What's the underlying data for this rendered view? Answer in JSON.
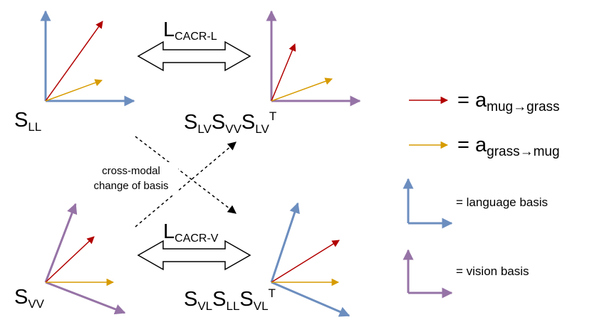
{
  "colors": {
    "language_basis": "#6c8ebf",
    "vision_basis": "#9673a6",
    "mug_to_grass": "#b20000",
    "grass_to_mug": "#d79b00",
    "dashed": "#000000"
  },
  "similarity_labels": {
    "s_ll": {
      "main": "S",
      "sub": "LL"
    },
    "s_vv": {
      "main": "S",
      "sub": "VV"
    },
    "s_lv_svv_slvt": {
      "parts": [
        "S",
        "LV",
        "S",
        "VV",
        "S",
        "LV",
        "T"
      ]
    },
    "s_vl_sll_svlt": {
      "parts": [
        "S",
        "VL",
        "S",
        "LL",
        "S",
        "VL",
        "T"
      ]
    }
  },
  "losses": {
    "top": {
      "main": "L",
      "sub": "CACR-L"
    },
    "bottom": {
      "main": "L",
      "sub": "CACR-V"
    }
  },
  "cross_modal_note": {
    "line1": "cross-modal",
    "line2": "change of basis"
  },
  "legend": {
    "mug_to_grass": {
      "eq": "= a",
      "sub": "mug→grass"
    },
    "grass_to_mug": {
      "eq": "= a",
      "sub": "grass→mug"
    },
    "language_basis": "= language basis",
    "vision_basis": "= vision basis"
  }
}
